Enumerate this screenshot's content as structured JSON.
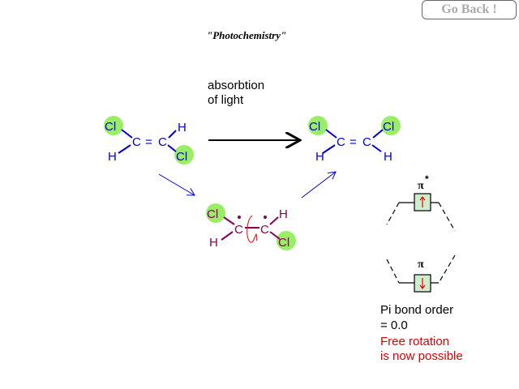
{
  "nav": {
    "go_back": "Go Back !"
  },
  "title": "\"Photochemistry\"",
  "reaction": {
    "label_line1": "absorbtion",
    "label_line2": "of light"
  },
  "atoms": {
    "cl": "Cl",
    "c": "C",
    "h": "H",
    "double_bond": "="
  },
  "mo_diagram": {
    "pi_star": "π",
    "star": "*",
    "pi": "π"
  },
  "info": {
    "line1": "Pi bond order",
    "line2": "= 0.0",
    "note1": "Free rotation",
    "note2": "is now possible"
  },
  "colors": {
    "cis_trans": "#0000cc",
    "radical": "#880055",
    "highlight": "#99ee66",
    "box": "#cceecc",
    "arrow_red": "#ee0000"
  }
}
